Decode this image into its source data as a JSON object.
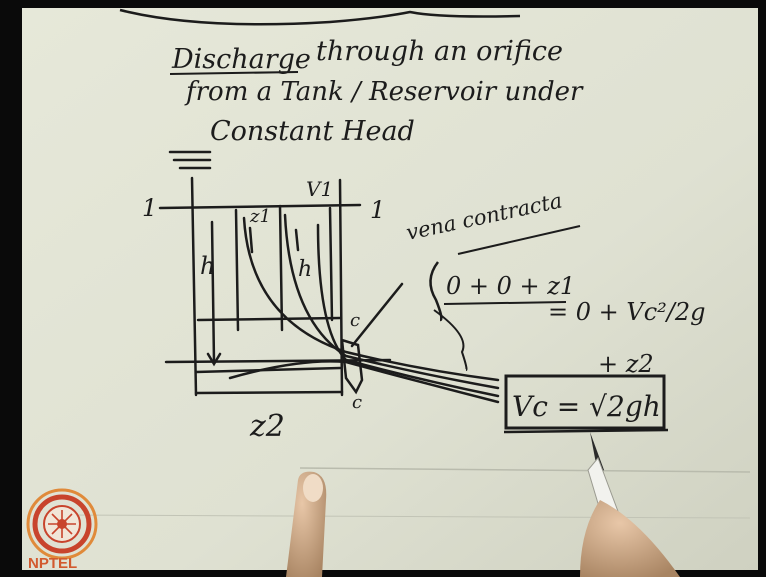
{
  "notes": {
    "heading_line1_a": "Discharge",
    "heading_line1_b": "through an orifice",
    "heading_line2": "from a Tank / Reservoir under",
    "heading_line3": "Constant Head",
    "label_vena_contracta": "vena contracta",
    "section_1_left": "1",
    "section_1_right": "1",
    "label_v1": "V1",
    "label_z1": "z1",
    "label_h_left": "h",
    "label_h_right": "h",
    "label_c_top": "c",
    "label_c_bottom": "c",
    "label_datum": "z2",
    "eq_lhs": "0 + 0 + z1",
    "eq_rhs_1": "= 0 + Vc²/2g",
    "eq_rhs_2": "+ z2",
    "eq_result": "Vc = √2gh"
  },
  "logo": {
    "text": "NPTEL"
  },
  "colors": {
    "paper": "#e2e4d6",
    "ink": "#1c1c1c",
    "logo_red": "#c8442c",
    "logo_orange": "#e08a3a"
  }
}
